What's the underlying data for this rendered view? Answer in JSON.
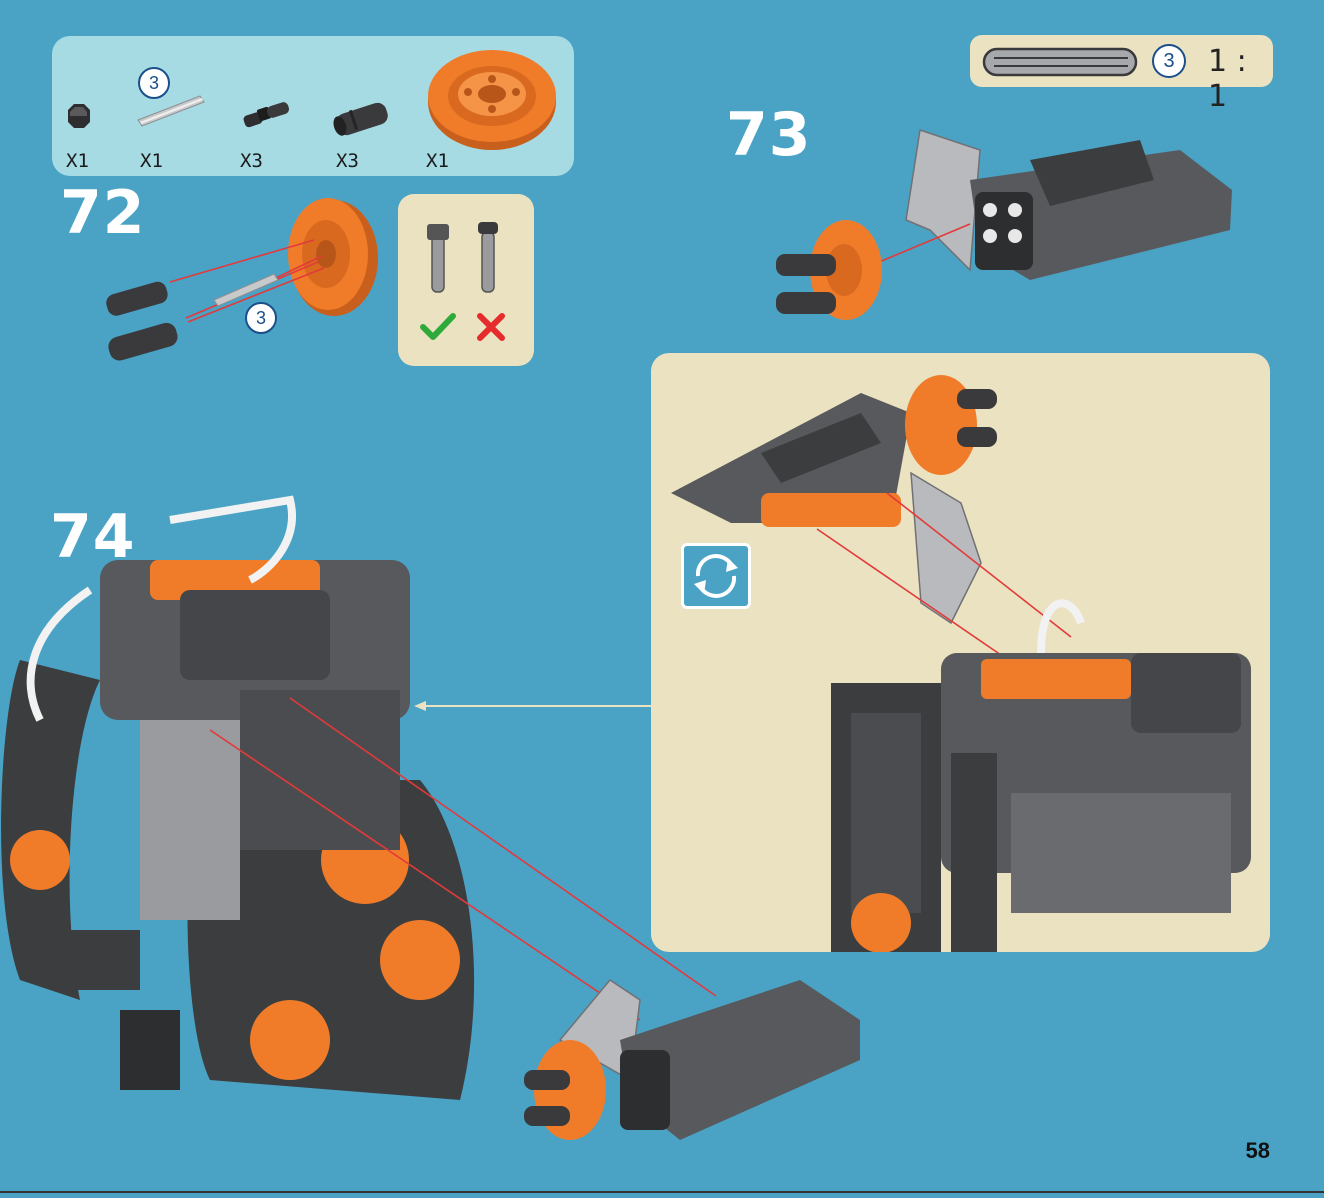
{
  "parts_panel": {
    "items": [
      {
        "icon": "octagonal-bush-icon",
        "qty": "X1"
      },
      {
        "icon": "axle-3-icon",
        "qty": "X1",
        "length_label": "3"
      },
      {
        "icon": "connector-peg-black-icon",
        "qty": "X3"
      },
      {
        "icon": "connector-peg-long-icon",
        "qty": "X3"
      },
      {
        "icon": "orange-sprocket-wheel-icon",
        "qty": "X1"
      }
    ]
  },
  "steps": {
    "step72": "72",
    "step73": "73",
    "step74": "74",
    "axle_label": "3"
  },
  "scale": {
    "axle_label": "3",
    "ratio": "1 : 1"
  },
  "pin_check": {
    "correct_icon": "check-icon",
    "wrong_icon": "cross-icon"
  },
  "subassembly": {
    "rotate_icon": "rotate-icon"
  },
  "page_number": "58",
  "colors": {
    "background": "#4aa3c5",
    "parts_panel": "#a6dbe4",
    "callout": "#ebe2c1",
    "orange": "#f07c2a",
    "dark_grey": "#4a4a4c",
    "guide_line": "#e23a3a",
    "check": "#2eaa3b",
    "cross": "#e52b2b"
  }
}
